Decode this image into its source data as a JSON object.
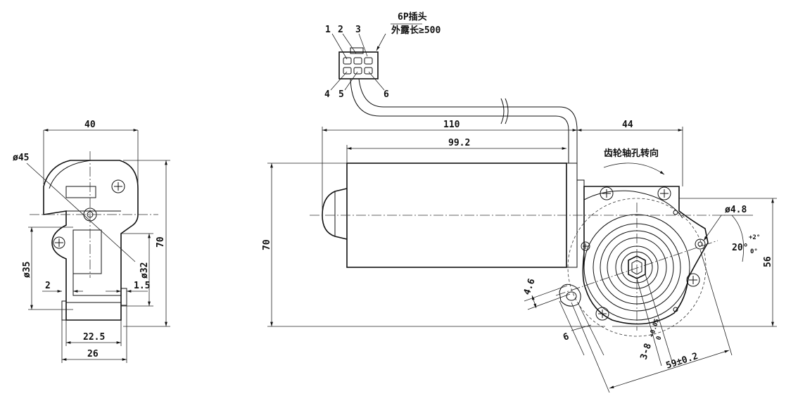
{
  "connector": {
    "title": "6P插头",
    "lead_length": "外露长≥500",
    "pins_top": [
      "1",
      "2",
      "3"
    ],
    "pins_bottom": [
      "4",
      "5",
      "6"
    ]
  },
  "side_view": {
    "width": "40",
    "diameter_outer": "ø45",
    "diameter_35": "ø35",
    "diameter_32": "ø32",
    "height": "70",
    "dim_2": "2",
    "dim_1_5": "1.5",
    "width_22_5": "22.5",
    "width_26": "26"
  },
  "front_view": {
    "length_total": "110",
    "length_body": "99.2",
    "length_gear": "44",
    "height": "70",
    "rotation_note": "齿轮轴孔转向",
    "hole_dia": "ø4.8",
    "angle": "20°",
    "angle_tol_plus": "+2°",
    "angle_tol_minus": "0°",
    "height_56": "56",
    "dim_4_6": "4.6",
    "dim_6": "6",
    "hex_base": "3-8",
    "hex_tol_plus": "+0.05",
    "hex_tol_minus": "0",
    "mount_span": "59±0.2"
  }
}
